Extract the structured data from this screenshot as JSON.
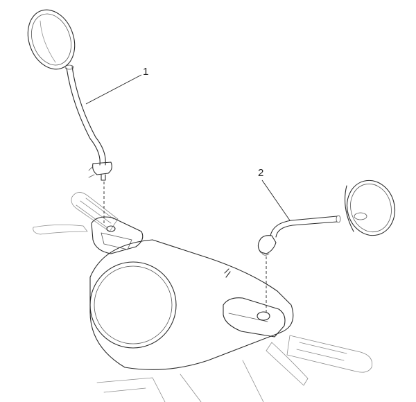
{
  "callouts": [
    {
      "id": "1",
      "label": "1"
    },
    {
      "id": "2",
      "label": "2"
    }
  ],
  "colors": {
    "line": "#2a2a2a",
    "line_light": "#8c8c8c",
    "background": "#ffffff"
  }
}
